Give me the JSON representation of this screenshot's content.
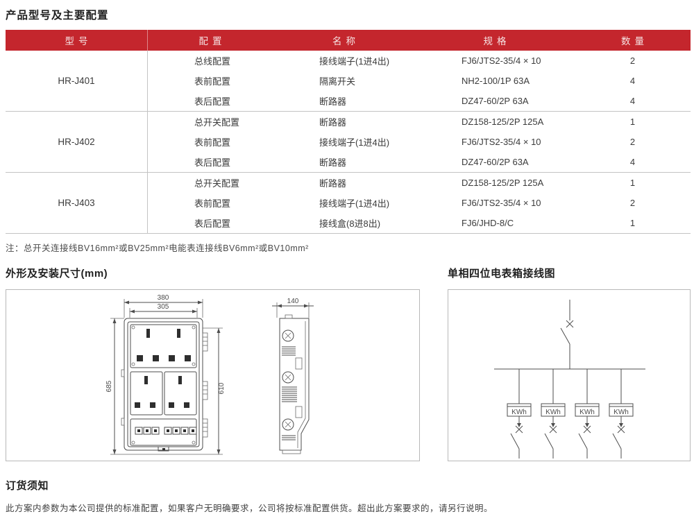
{
  "title": "产品型号及主要配置",
  "table": {
    "headers": {
      "model": "型号",
      "config": "配置",
      "name": "名称",
      "spec": "规格",
      "qty": "数量"
    },
    "groups": [
      {
        "model": "HR-J401",
        "rows": [
          {
            "config": "总线配置",
            "name": "接线端子(1进4出)",
            "spec": "FJ6/JTS2-35/4 × 10",
            "qty": "2"
          },
          {
            "config": "表前配置",
            "name": "隔离开关",
            "spec": "NH2-100/1P 63A",
            "qty": "4"
          },
          {
            "config": "表后配置",
            "name": "断路器",
            "spec": "DZ47-60/2P  63A",
            "qty": "4"
          }
        ]
      },
      {
        "model": "HR-J402",
        "rows": [
          {
            "config": "总开关配置",
            "name": "断路器",
            "spec": "DZ158-125/2P 125A",
            "qty": "1"
          },
          {
            "config": "表前配置",
            "name": "接线端子(1进4出)",
            "spec": "FJ6/JTS2-35/4 × 10",
            "qty": "2"
          },
          {
            "config": "表后配置",
            "name": "断路器",
            "spec": "DZ47-60/2P  63A",
            "qty": "4"
          }
        ]
      },
      {
        "model": "HR-J403",
        "rows": [
          {
            "config": "总开关配置",
            "name": "断路器",
            "spec": "DZ158-125/2P 125A",
            "qty": "1"
          },
          {
            "config": "表前配置",
            "name": "接线端子(1进4出)",
            "spec": "FJ6/JTS2-35/4 × 10",
            "qty": "2"
          },
          {
            "config": "表后配置",
            "name": "接线盒(8进8出)",
            "spec": "FJ6/JHD-8/C",
            "qty": "1"
          }
        ]
      }
    ],
    "note": "注：总开关连接线BV16mm²或BV25mm²电能表连接线BV6mm²或BV10mm²"
  },
  "dimensions_section": {
    "title": "外形及安装尺寸(mm)",
    "labels": {
      "width_outer": "380",
      "width_inner": "305",
      "height_outer": "685",
      "height_inner": "610",
      "depth": "140"
    }
  },
  "wiring_section": {
    "title": "单相四位电表箱接线图",
    "kwh_label": "KWh",
    "branch_count": 4
  },
  "ordering": {
    "title": "订货须知",
    "text": "此方案内参数为本公司提供的标准配置，如果客户无明确要求，公司将按标准配置供货。超出此方案要求的，请另行说明。"
  },
  "colors": {
    "header_red": "#c4262d",
    "grid_line": "#c3c3c3",
    "text_dark": "#3b3b3b"
  }
}
